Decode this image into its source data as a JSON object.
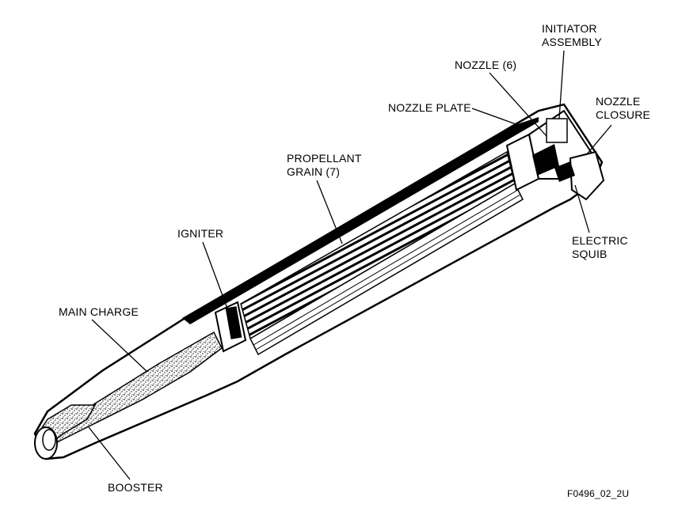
{
  "labels": {
    "initiator_assembly": [
      "INITIATOR",
      "ASSEMBLY"
    ],
    "nozzle": "NOZZLE (6)",
    "nozzle_closure": [
      "NOZZLE",
      "CLOSURE"
    ],
    "nozzle_plate": "NOZZLE PLATE",
    "propellant_grain": [
      "PROPELLANT",
      "GRAIN (7)"
    ],
    "igniter": "IGNITER",
    "electric_squib": [
      "ELECTRIC",
      "SQUIB"
    ],
    "main_charge": "MAIN CHARGE",
    "booster": "BOOSTER",
    "figure_id": "F0496_02_2U"
  },
  "colors": {
    "ink": "#000000",
    "paper": "#ffffff"
  }
}
